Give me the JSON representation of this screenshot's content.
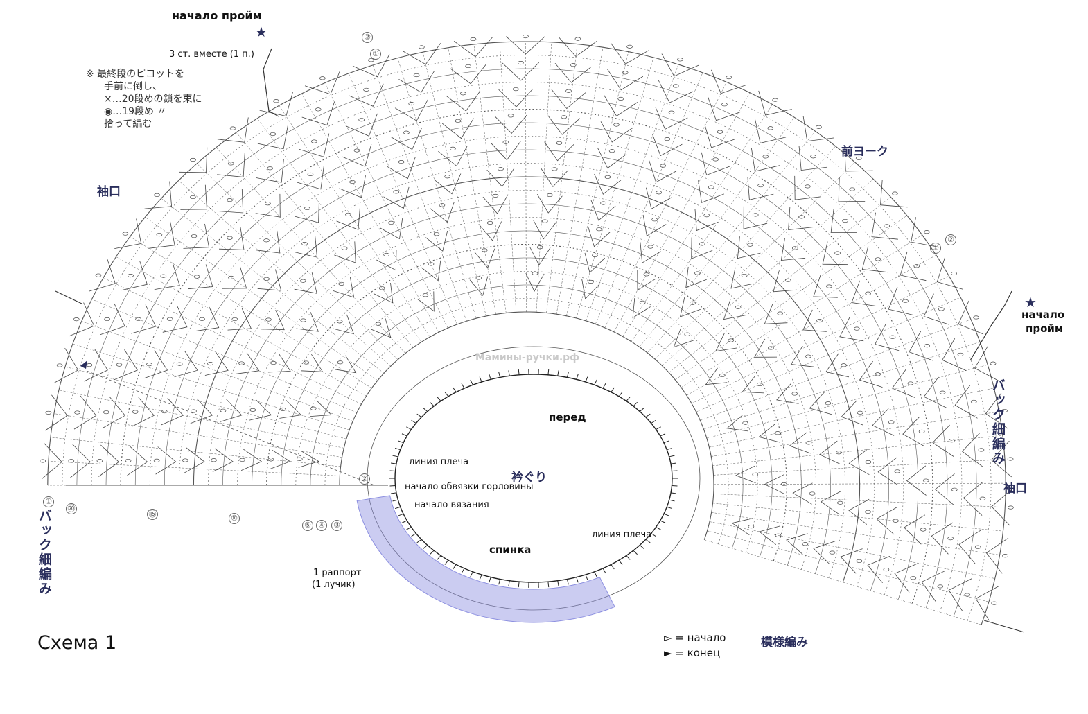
{
  "title": "Схема 1",
  "labels": {
    "armhole_start": "начало пройм",
    "three_dc_together": "3 ст. вместе (1 п.)",
    "note_line1": "※ 最終段のピコットを",
    "note_line2": "手前に倒し、",
    "note_line3": "×…20段めの鎖を束に",
    "note_line4": "◉…19段め 〃",
    "note_line5": "拾って編む",
    "sleeve_left": "袖口",
    "sleeve_right": "袖口",
    "front_yoke": "前ヨーク",
    "back_sc_left": "バック細編み",
    "back_sc_right": "バック細編み",
    "front": "перед",
    "shoulder_line_1": "линия плеча",
    "neckline_jp": "衿ぐり",
    "neck_edging_start": "начало обвязки горловины",
    "knitting_start": "начало вязания",
    "shoulder_line_2": "линия плеча",
    "back": "спинка",
    "repeat": "1 раппорт",
    "repeat_sub": "(1 лучик)",
    "pattern_jp": "模様編み",
    "legend_start": "= начало",
    "legend_end": "= конец",
    "watermark": "Мамины-ручки.рф"
  },
  "row_markers_left": [
    "①",
    "⑳",
    "⑮",
    "⑩",
    "⑤",
    "④",
    "③",
    "②"
  ],
  "row_markers_top": [
    "②",
    "①"
  ],
  "row_markers_right": [
    "①",
    "②"
  ],
  "colors": {
    "line": "#555555",
    "highlight": "#8c8fe0",
    "accent": "#2a2e5c"
  }
}
